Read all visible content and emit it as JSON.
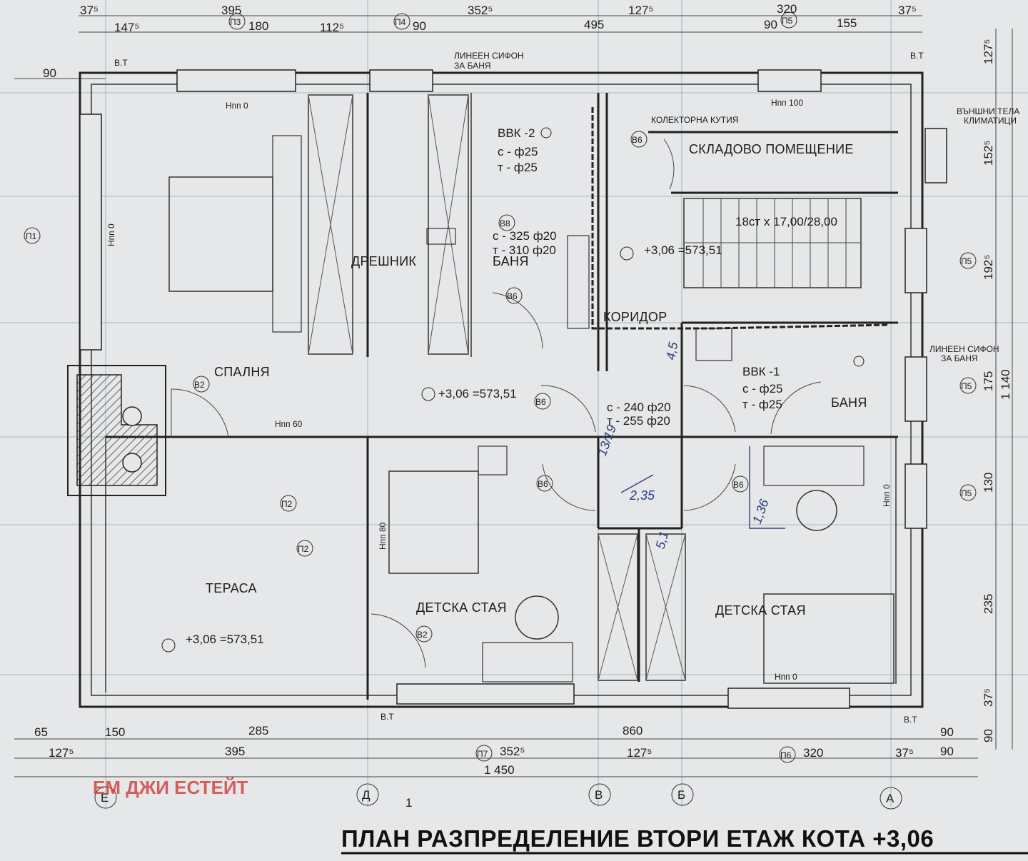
{
  "title": "ПЛАН РАЗПРЕДЕЛЕНИЕ ВТОРИ ЕТАЖ КОТА +3,06",
  "watermark": "ЕМ ДЖИ ЕСТЕЙТ",
  "rooms": {
    "spalnya": "СПАЛНЯ",
    "dreshnik": "ДРЕШНИК",
    "banya1": "БАНЯ",
    "banya2": "БАНЯ",
    "skladovo": "СКЛАДОВО ПОМЕЩЕНИЕ",
    "koridor": "КОРИДОР",
    "terasa": "ТЕРАСА",
    "detska1": "ДЕТСКА СТАЯ",
    "detska2": "ДЕТСКА СТАЯ"
  },
  "elevations": {
    "e1": "+3,06 =573,51",
    "e2": "+3,06 =573,51",
    "e3": "+3,06 =573,51"
  },
  "stairs": "18ст х 17,00/28,00",
  "notes": {
    "sifon1": "ЛИНЕЕН СИФОН",
    "sifon1b": "ЗА БАНЯ",
    "sifon2": "ЛИНЕЕН СИФОН",
    "sifon2b": "ЗА БАНЯ",
    "kolektor": "КОЛЕКТОРНА КУТИЯ",
    "vanshni": "ВЪНШНИ ТЕЛА",
    "klimatici": "КЛИМАТИЦИ",
    "vt1": "В.Т",
    "vt2": "В.Т",
    "vt3": "В.Т",
    "vt4": "В.Т"
  },
  "plumbing": {
    "vvk2": "ВВК -2",
    "c1": "с - ф25",
    "t1": "т - ф25",
    "vvk1": "ВВК -1",
    "c2": "с - ф25",
    "t2": "т - ф25",
    "c3": "с - 325 ф20",
    "t3": "т - 310 ф20",
    "c4": "с - 240 ф20",
    "t4": "т - 255 ф20"
  },
  "top_dims": [
    "37⁵",
    "395",
    "352⁵",
    "127⁵",
    "320",
    "37⁵",
    "147⁵",
    "180",
    "112⁵",
    "90",
    "495",
    "90",
    "155",
    "90"
  ],
  "bottom_dims": [
    "65",
    "150",
    "285",
    "860",
    "90",
    "127⁵",
    "395",
    "352⁵",
    "127⁵",
    "320",
    "37⁵",
    "90",
    "1 450"
  ],
  "right_dims": [
    "127⁵",
    "152⁵",
    "192⁵",
    "175",
    "1 140",
    "130",
    "235",
    "37⁵",
    "90"
  ],
  "axes": [
    "Е",
    "Д",
    "В",
    "Б",
    "А",
    "1"
  ],
  "markers": [
    "П3",
    "П4",
    "П5",
    "П1",
    "П5",
    "П5",
    "П2",
    "П2",
    "П5",
    "П7",
    "П6",
    "В6",
    "В8",
    "В6",
    "В6",
    "В6",
    "В6",
    "В2",
    "В2"
  ],
  "misc": {
    "npp0a": "Нпп 0",
    "npp0b": "Нпп 0",
    "npp0c": "Нпп 0",
    "npp0d": "Нпп 0",
    "npp100": "Нпп 100",
    "npp60": "Нпп 60",
    "npp80": "Нпп 80"
  },
  "handwritten": [
    "13/19",
    "4,5",
    "2,35",
    "1,36",
    "5,1"
  ]
}
